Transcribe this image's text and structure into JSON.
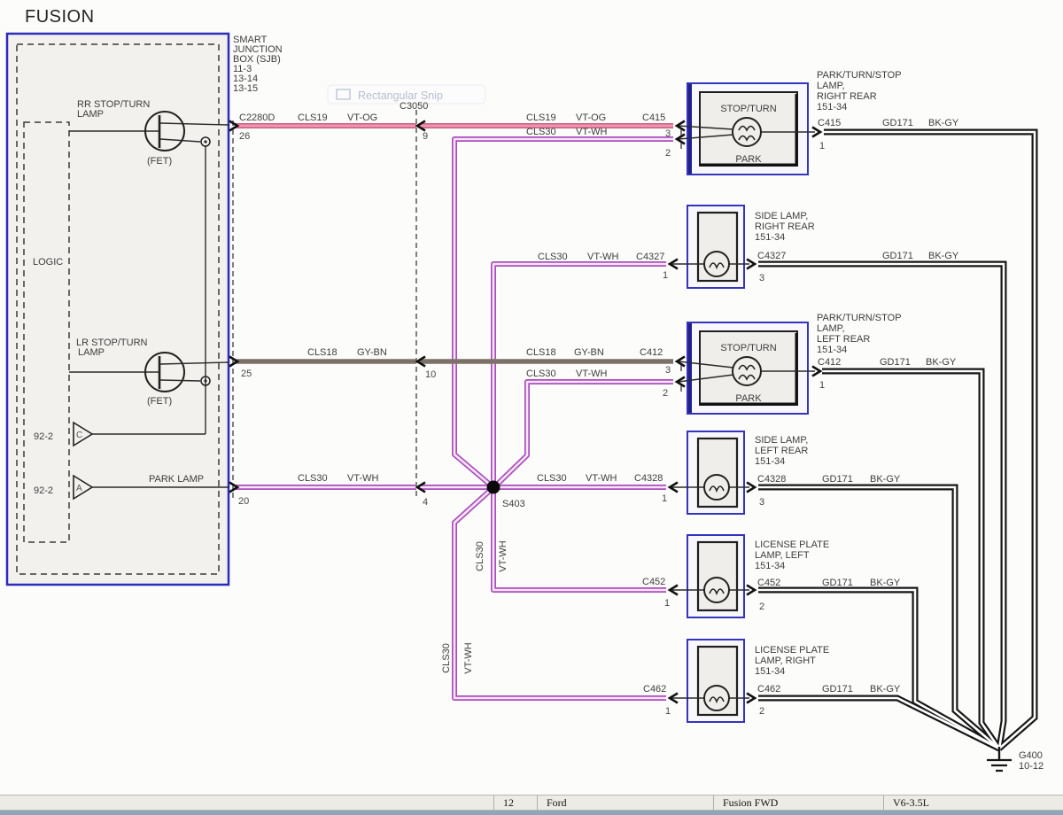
{
  "title": "FUSION",
  "watermark": "Rectangular Snip",
  "colors": {
    "wire_pink": "#f395b1",
    "wire_pink_edge": "#c65f82",
    "wire_violet": "#f6e6f8",
    "wire_violet_edge": "#ab4dbc",
    "wire_gray_brown": "#7c7166",
    "wire_ground_black": "#161616",
    "box_blue": "#3434bf",
    "box_navy_bar": "#20208a",
    "module_fill": "#f2f1ee",
    "inner_fill": "#efeeea",
    "statusbar_fill": "#ecebe5",
    "bottom_strip": "#8da6b9"
  },
  "sjb": {
    "box_title": [
      "SMART",
      "JUNCTION",
      "BOX (SJB)",
      "11-3",
      "13-14",
      "13-15"
    ],
    "logic": "LOGIC",
    "rr_label": [
      "RR STOP/TURN",
      "LAMP"
    ],
    "lr_label": [
      "LR STOP/TURN",
      "LAMP"
    ],
    "fet": "(FET)",
    "park_lamp": "PARK LAMP",
    "ref": "92-2",
    "tri_c": "C",
    "tri_a": "A",
    "connector": "C2280D",
    "pin26": "26",
    "pin25": "25",
    "pin20": "20"
  },
  "c3050": {
    "label": "C3050",
    "pin9": "9",
    "pin10": "10",
    "pin4": "4"
  },
  "s403": "S403",
  "ground": {
    "label": "G400",
    "ref": "10-12"
  },
  "w": {
    "cls19": "CLS19",
    "vtog": "VT-OG",
    "cls30": "CLS30",
    "vtwh": "VT-WH",
    "cls18": "CLS18",
    "gybn": "GY-BN",
    "gd171": "GD171",
    "bkgy": "BK-GY"
  },
  "lamps": {
    "rr": {
      "name": [
        "PARK/TURN/STOP",
        "LAMP,",
        "RIGHT REAR",
        "151-34"
      ],
      "stop": "STOP/TURN",
      "park": "PARK",
      "conn": "C415",
      "pin3": "3",
      "pin2": "2",
      "pin1": "1"
    },
    "rrside": {
      "name": [
        "SIDE LAMP,",
        "RIGHT REAR",
        "151-34"
      ],
      "conn": "C4327",
      "pin1": "1",
      "pin3": "3"
    },
    "lr": {
      "name": [
        "PARK/TURN/STOP",
        "LAMP,",
        "LEFT REAR",
        "151-34"
      ],
      "stop": "STOP/TURN",
      "park": "PARK",
      "conn": "C412",
      "pin3": "3",
      "pin2": "2",
      "pin1": "1"
    },
    "lrside": {
      "name": [
        "SIDE LAMP,",
        "LEFT REAR",
        "151-34"
      ],
      "conn": "C4328",
      "pin1": "1",
      "pin3": "3"
    },
    "licl": {
      "name": [
        "LICENSE PLATE",
        "LAMP, LEFT",
        "151-34"
      ],
      "conn": "C452",
      "pin1": "1",
      "pin2": "2"
    },
    "licr": {
      "name": [
        "LICENSE PLATE",
        "LAMP, RIGHT",
        "151-34"
      ],
      "conn": "C462",
      "pin1": "1",
      "pin2": "2"
    }
  },
  "statusbar": [
    "12",
    "Ford",
    "Fusion FWD",
    "V6-3.5L"
  ]
}
